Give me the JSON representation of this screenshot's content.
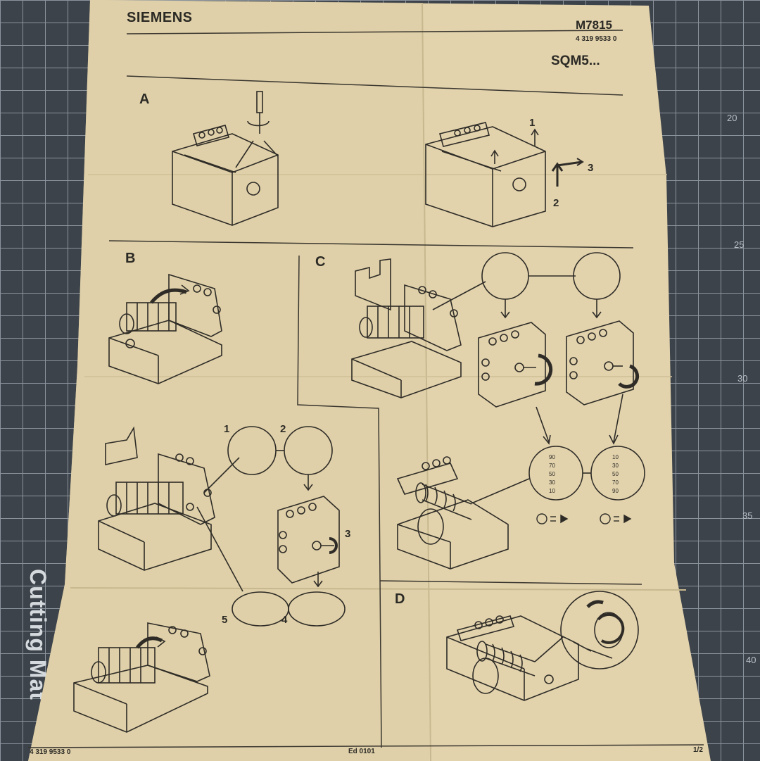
{
  "mat": {
    "ruler_marks": [
      "20",
      "25",
      "30",
      "35",
      "40"
    ],
    "brand_text": "Cutting Mat"
  },
  "sheet": {
    "brand": "SIEMENS",
    "doc_code": "M7815",
    "doc_number_top": "4 319 9533 0",
    "product": "SQM5...",
    "footer_number": "4 319 9533 0",
    "edition": "Ed 0101",
    "page": "1/2"
  },
  "sections": {
    "a": "A",
    "b": "B",
    "c": "C",
    "d": "D"
  },
  "callouts": {
    "a_step1": "1",
    "a_step2": "2",
    "a_step3": "3",
    "b_step1": "1",
    "b_step2": "2",
    "b_step3": "3",
    "b_step4": "4",
    "b_step5": "5"
  },
  "scale_left": [
    "90",
    "70",
    "50",
    "30",
    "10"
  ],
  "scale_right": [
    "10",
    "30",
    "50",
    "70",
    "90"
  ]
}
